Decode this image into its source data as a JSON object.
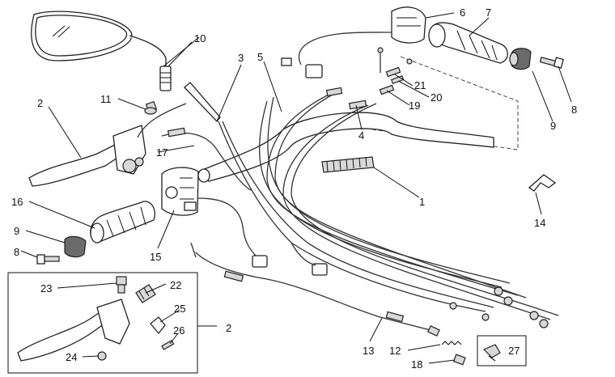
{
  "callouts": {
    "n1": "1",
    "n2a": "2",
    "n2b": "2",
    "n3": "3",
    "n4": "4",
    "n5": "5",
    "n6": "6",
    "n7": "7",
    "n8a": "8",
    "n8b": "8",
    "n9a": "9",
    "n9b": "9",
    "n10": "10",
    "n11": "11",
    "n12": "12",
    "n13": "13",
    "n14": "14",
    "n15": "15",
    "n16": "16",
    "n17": "17",
    "n18": "18",
    "n19": "19",
    "n20": "20",
    "n21": "21",
    "n22": "22",
    "n23": "23",
    "n24": "24",
    "n25": "25",
    "n26": "26",
    "n27": "27"
  }
}
